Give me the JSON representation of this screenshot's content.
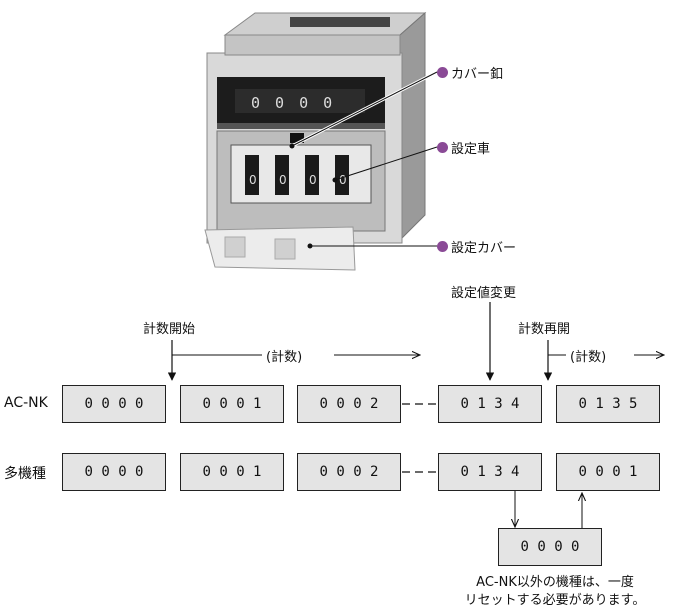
{
  "callouts": {
    "cover_screw": "カバー釦",
    "setting_wheel": "設定車",
    "setting_cover": "設定カバー"
  },
  "device": {
    "window_digits": "0 0 0 0",
    "wheel_digits": [
      "0",
      "0",
      "0",
      "0"
    ]
  },
  "timeline": {
    "count_start": "計数開始",
    "setting_change": "設定値変更",
    "count_restart": "計数再開",
    "counting_1": "(計数)",
    "counting_2": "(計数)"
  },
  "rows": {
    "acnk": {
      "label": "AC-NK",
      "values": [
        "0 0 0 0",
        "0 0 0 1",
        "0 0 0 2",
        "0 1 3 4",
        "0 1 3 5"
      ]
    },
    "others": {
      "label": "多機種",
      "values": [
        "0 0 0 0",
        "0 0 0 1",
        "0 0 0 2",
        "0 1 3 4",
        "0 0 0 1"
      ],
      "reset_value": "0 0 0 0"
    }
  },
  "note": {
    "line1": "AC-NK以外の機種は、一度",
    "line2": "リセットする必要があります。"
  },
  "colors": {
    "callout_dot": "#8a4a96",
    "box_fill": "#e4e4e4"
  }
}
